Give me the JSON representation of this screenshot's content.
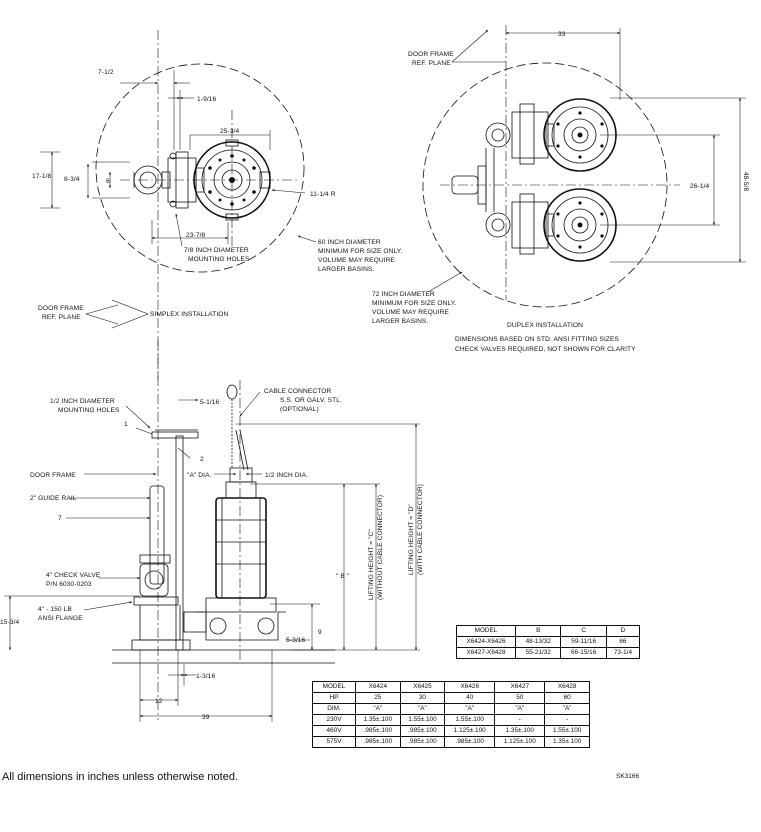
{
  "simplex": {
    "dims": {
      "d_7_1_2": "7-1/2",
      "d_1_9_16": "1-9/16",
      "d_25_3_4": "25-3/4",
      "d_17_1_8": "17-1/8",
      "d_8_3_4": "8-3/4",
      "d_6": "6",
      "d_11_1_4r": "11-1/4 R",
      "d_23_7_8": "23-7/8"
    },
    "mounting_holes": [
      "7/8 INCH DIAMETER",
      "MOUNTING HOLES"
    ],
    "basin_note": [
      "60 INCH DIAMETER",
      "MINIMUM FOR SIZE ONLY.",
      "VOLUME MAY REQUIRE",
      "LARGER BASINS."
    ],
    "door_frame_ref": [
      "DOOR FRAME",
      "REF. PLANE"
    ],
    "title": "SIMPLEX INSTALLATION"
  },
  "duplex": {
    "door_frame_ref": [
      "DOOR FRAME",
      "REF. PLANE"
    ],
    "dims": {
      "d_33": "33",
      "d_48_5_8": "48-5/8",
      "d_26_1_4": "26-1/4"
    },
    "basin_note": [
      "72 INCH DIAMETER",
      "MINIMUM FOR SIZE ONLY.",
      "VOLUME MAY REQUIRE",
      "LARGER BASINS."
    ],
    "title": "DUPLEX INSTALLATION",
    "notes": [
      "DIMENSIONS BASED ON STD. ANSI FITTING SIZES",
      "CHECK VALVES REQUIRED, NOT SHOWN FOR CLARITY"
    ]
  },
  "elevation": {
    "mounting_holes": [
      "1/2 INCH DIAMETER",
      "MOUNTING HOLES"
    ],
    "cable_connector": [
      "CABLE CONNECTOR",
      "S.S. OR GALV. STL.",
      "(OPTIONAL)"
    ],
    "d_5_1_16": "5-1/16",
    "d_1": "1",
    "d_2": "2",
    "a_dia": "\"A\" DIA.",
    "half_inch_dia": "1/2 INCH DIA.",
    "door_frame": "DOOR FRAME",
    "guide_rail": "2\" GUIDE RAIL",
    "d_7": "7",
    "check_valve": [
      "4\" CHECK VALVE",
      "P/N 6030-0203"
    ],
    "flange": [
      "4\" - 150 LB",
      "ANSI FLANGE"
    ],
    "d_15_3_4": "15-3/4",
    "d_b": "\" B \"",
    "lift_c": [
      "LIFTING HEIGHT = \"C\"",
      "(WITHOUT CABLE CONNECTOR)"
    ],
    "lift_d": [
      "LIFTING HEIGHT = \"D\"",
      "(WITH CABLE CONNECTOR)"
    ],
    "d_9": "9",
    "d_5_3_16": "5-3/16",
    "d_1_3_16": "1-3/16",
    "d_12": "12",
    "d_39": "39"
  },
  "model_table": {
    "headers": [
      "MODEL",
      "B",
      "C",
      "D"
    ],
    "rows": [
      [
        "X6424-X6426",
        "48-13/32",
        "59-11/16",
        "66"
      ],
      [
        "X6427-X6428",
        "55-21/32",
        "66-15/16",
        "73-1/4"
      ]
    ]
  },
  "hp_table": {
    "rows": [
      [
        "MODEL",
        "X6424",
        "X6425",
        "X6426",
        "X6427",
        "X6428"
      ],
      [
        "HP",
        "25",
        "30",
        "40",
        "50",
        "60"
      ],
      [
        "DIM.",
        "\"A\"",
        "\"A\"",
        "\"A\"",
        "\"A\"",
        "\"A\""
      ],
      [
        "230V",
        "1.35±.100",
        "1.55±.100",
        "1.55±.100",
        "-",
        "-"
      ],
      [
        "460V",
        ".985±.100",
        ".985±.100",
        "1.125±.100",
        "1.35±.100",
        "1.55±.100"
      ],
      [
        "575V",
        ".985±.100",
        ".985±.100",
        ".985±.100",
        "1.125±.100",
        "1.35±.100"
      ]
    ]
  },
  "footer_note": "All dimensions in inches unless otherwise noted.",
  "sheet_code": "SK3166"
}
